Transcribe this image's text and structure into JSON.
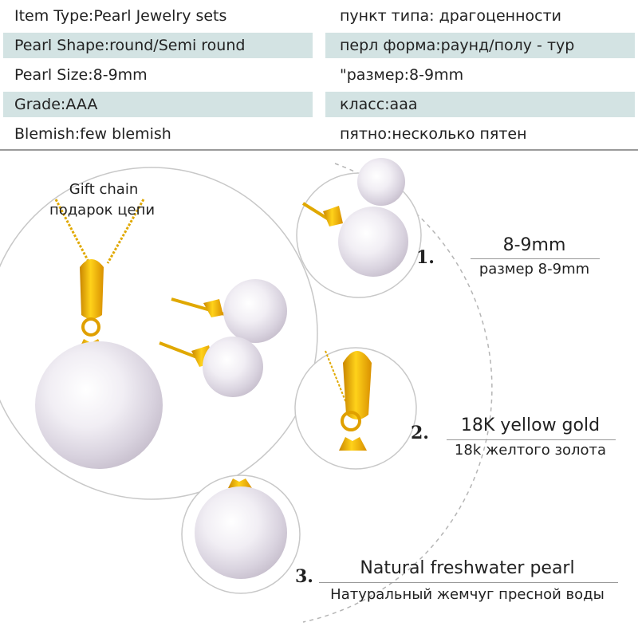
{
  "specs": [
    {
      "en": "Item Type:Pearl Jewelry sets",
      "ru": "пункт типа: драгоценности",
      "shaded": false
    },
    {
      "en": "Pearl Shape:round/Semi round",
      "ru": "перл форма:раунд/полу - тур",
      "shaded": true
    },
    {
      "en": "Pearl Size:8-9mm",
      "ru": "\"размер:8-9mm",
      "shaded": false
    },
    {
      "en": "Grade:AAA",
      "ru": "класс:ааа",
      "shaded": true
    },
    {
      "en": "Blemish:few blemish",
      "ru": "пятно:несколько пятен",
      "shaded": false
    }
  ],
  "gift": {
    "en": "Gift chain",
    "ru": "подарок цепи"
  },
  "features": [
    {
      "number": "1.",
      "main": "8-9mm",
      "sub": "размер 8-9mm"
    },
    {
      "number": "2.",
      "main": "18K yellow gold",
      "sub": "18k желтого золота"
    },
    {
      "number": "3.",
      "main": "Natural freshwater pearl",
      "sub": "Натуральный жемчуг пресной воды"
    }
  ],
  "colors": {
    "shade": "#d3e3e3",
    "gold": "#f2b400",
    "pearl": "#ece8ef"
  }
}
